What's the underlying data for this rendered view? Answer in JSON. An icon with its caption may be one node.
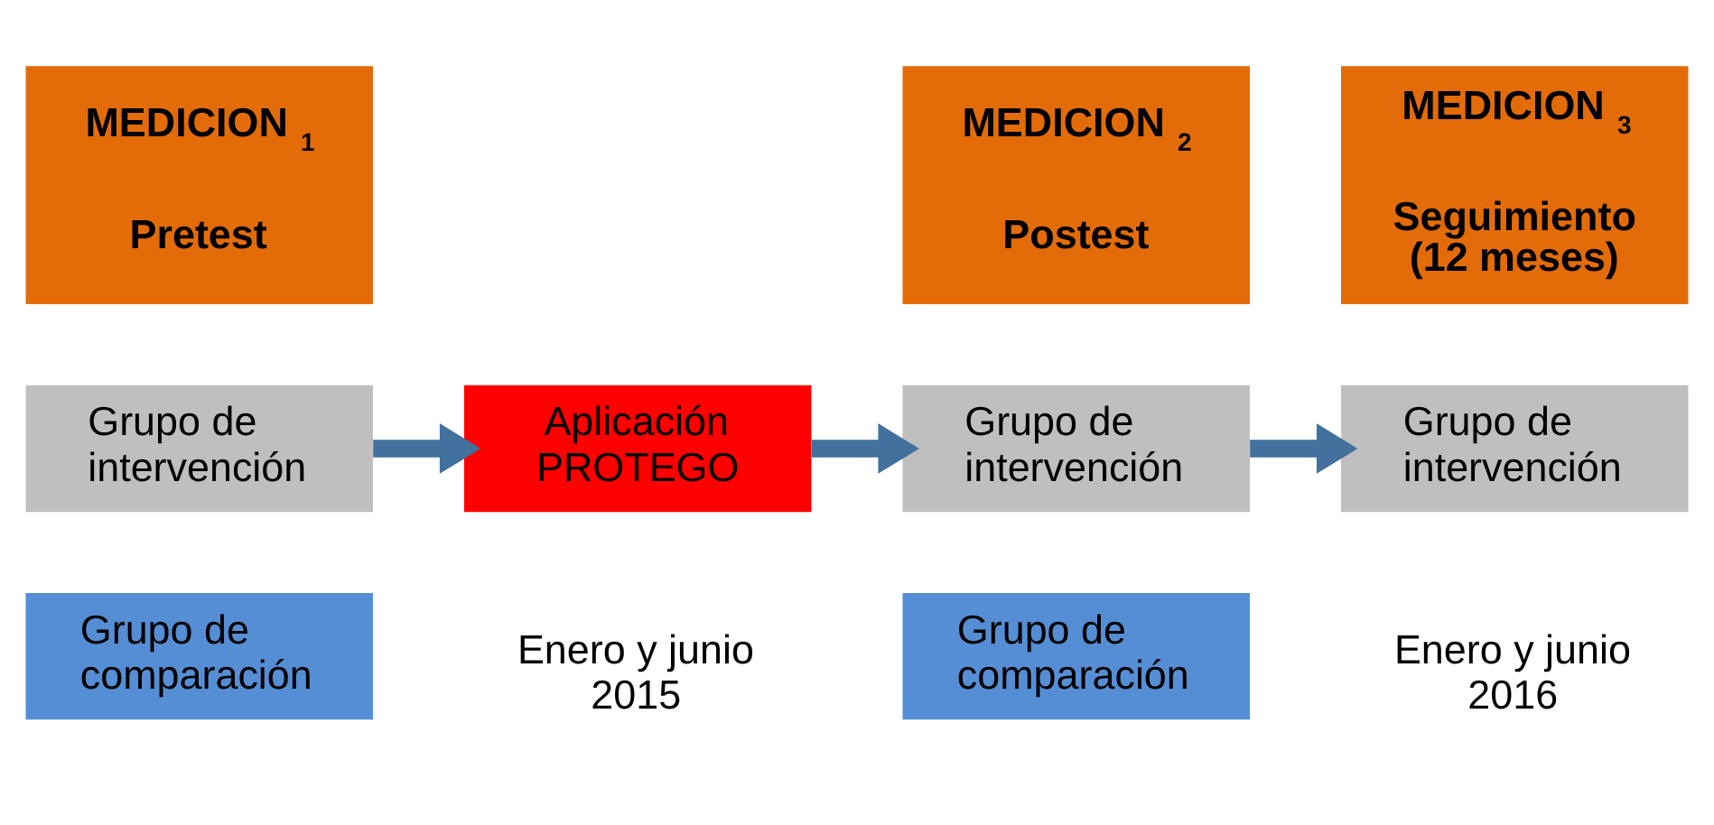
{
  "diagram": {
    "nodes": [
      {
        "text": [
          "MEDICION $_{1}$",
          "Pretest"
        ]
      },
      {
        "text": [
          "Grupo de intervención"
        ]
      },
      {
        "text": [
          "Grupo de comparación"
        ]
      },
      {
        "text": [
          "Aplicación PROTEGO"
        ]
      },
      {
        "text": [
          "MEDICION $_{2}$",
          "Postest"
        ]
      },
      {
        "text": [
          "Grupo de intervención"
        ]
      },
      {
        "text": [
          "Grupo de comparación"
        ]
      },
      {
        "text": [
          "MEDICION $_{3}$",
          "Seguimiento (12 meses)"
        ]
      },
      {
        "text": [
          "Grupo de intervención"
        ]
      }
    ],
    "edges": [
      {
        "from": 1,
        "to": 3,
        "arrow": "to"
      },
      {
        "from": 3,
        "to": 5,
        "arrow": "to"
      },
      {
        "from": 5,
        "to": 8,
        "arrow": "to"
      }
    ],
    "labels": [
      "Enero y junio 2015",
      "Enero y junio 2016"
    ]
  }
}
